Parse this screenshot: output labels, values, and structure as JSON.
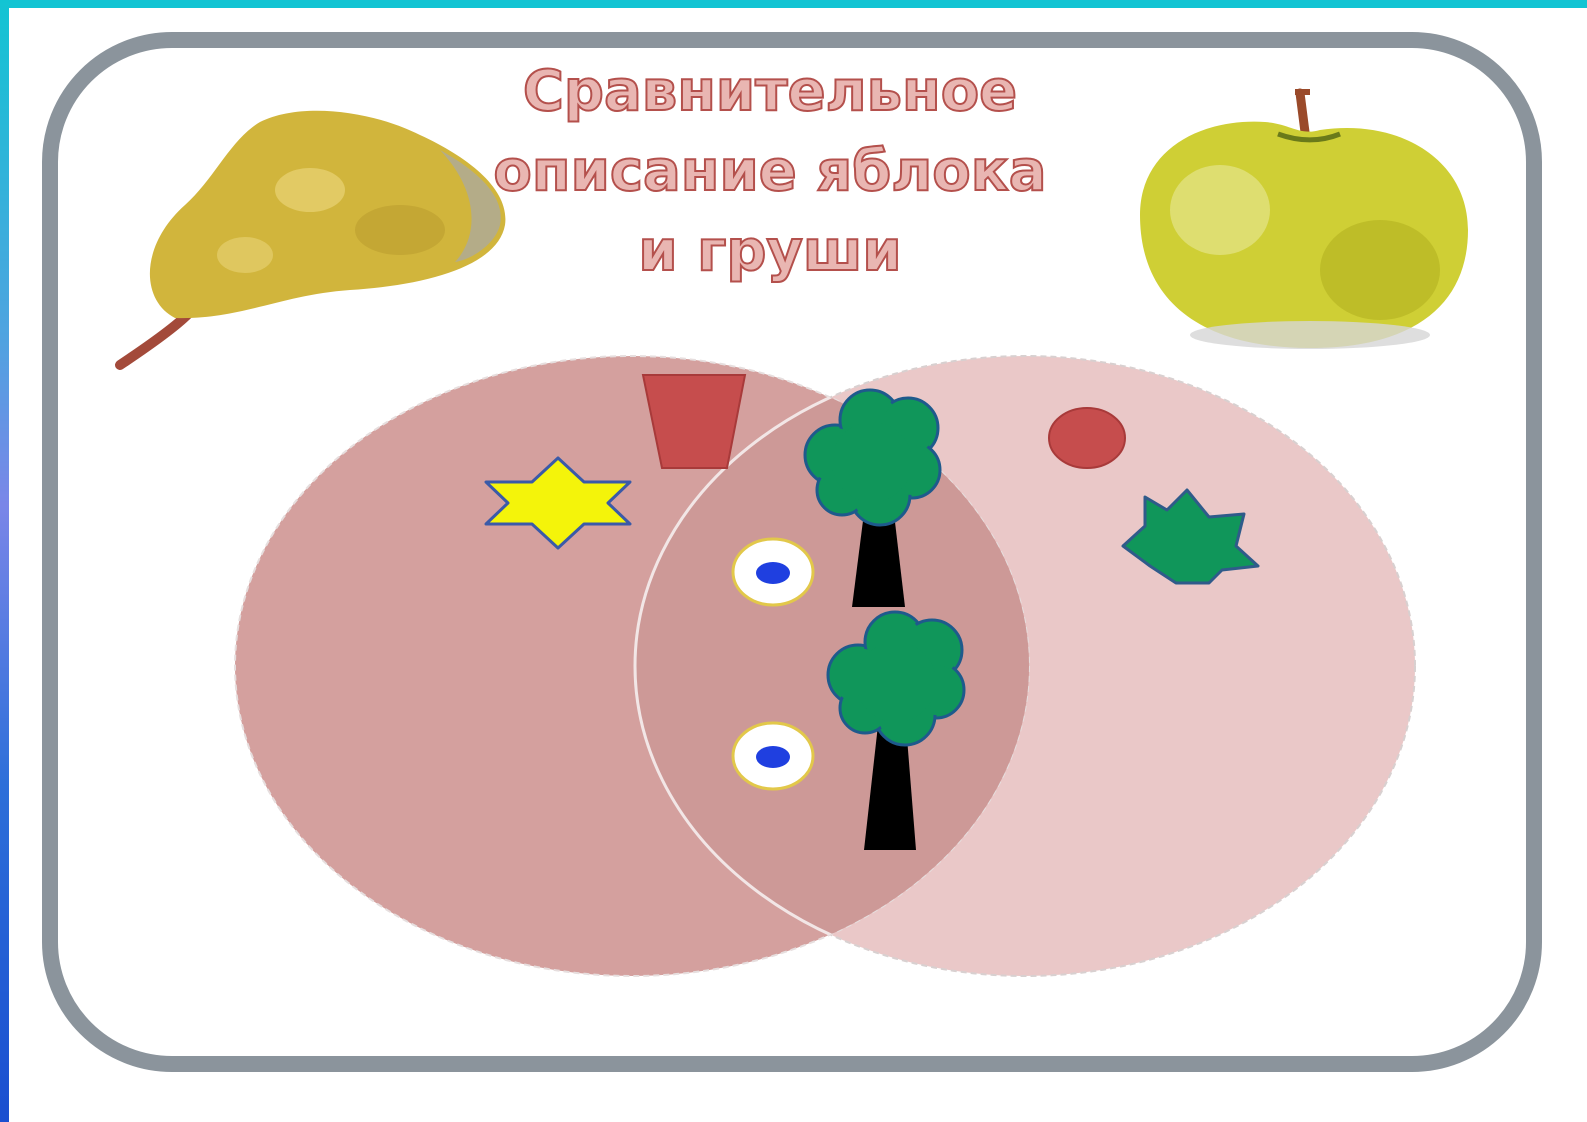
{
  "title": {
    "line1": "Сравнительное",
    "line2": "описание яблока",
    "line3": "и груши"
  },
  "colors": {
    "frame_border": "#8b949c",
    "left_circle_fill": "#d4a09e",
    "right_circle_fill": "#eac8c8",
    "overlap_fill": "#cd9997",
    "title_fill": "#e9b6b2",
    "title_stroke": "#b4504c",
    "pear": "#d1b53c",
    "apple": "#cfcf35",
    "tree_crown": "#10965a",
    "star_yellow": "#f4f40a",
    "star_green": "#10965a",
    "red_shape": "#c64d4d",
    "eye_center": "#1f3fe0"
  },
  "icons": [
    "pear-image",
    "apple-image",
    "star-icon",
    "trapezoid-icon",
    "circle-icon",
    "tree-icon",
    "eye-icon",
    "seven-point-star-icon"
  ]
}
